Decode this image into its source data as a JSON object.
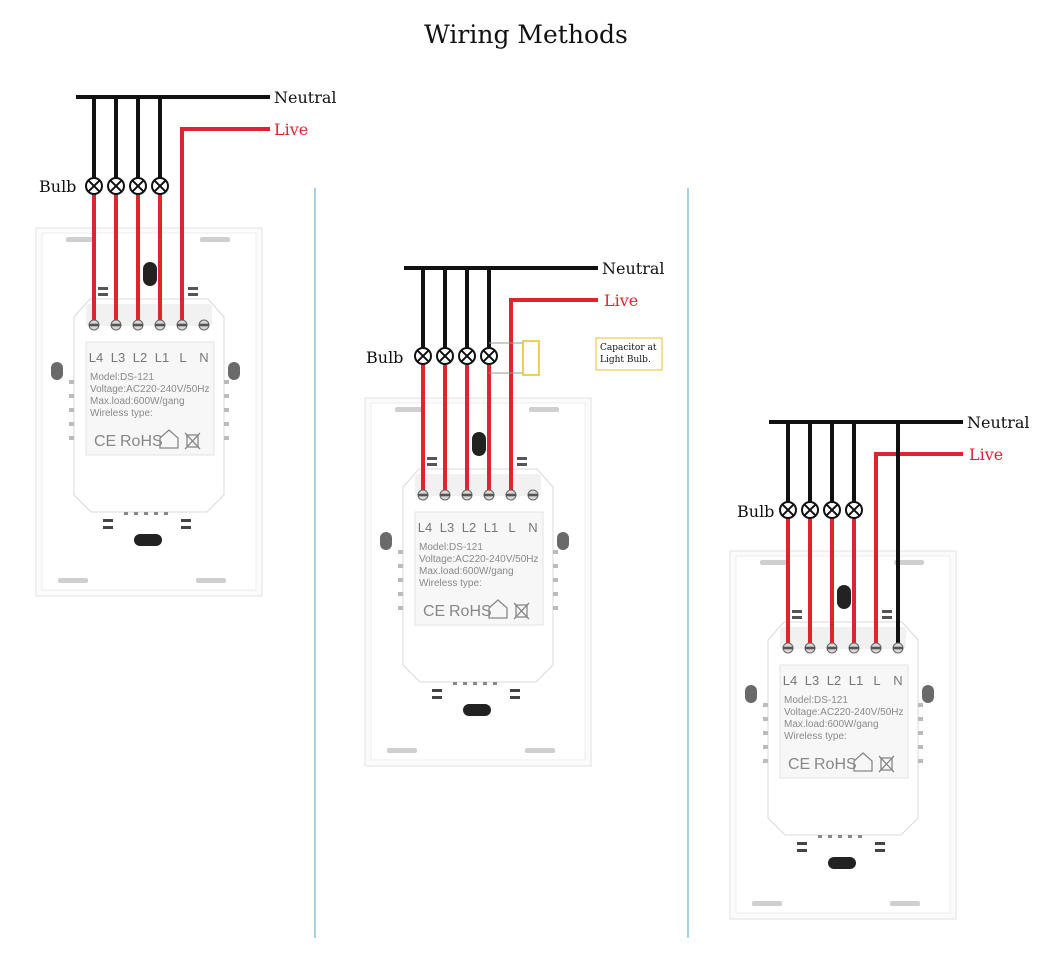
{
  "title": "Wiring Methods",
  "colors": {
    "live_wire": "#e0242b",
    "neutral_wire": "#111111",
    "live_label": "#e0242b",
    "divider": "#4aa6c8",
    "capacitor": "#e8c020"
  },
  "labels": {
    "neutral": "Neutral",
    "live": "Live",
    "bulb": "Bulb"
  },
  "terminals": [
    "L4",
    "L3",
    "L2",
    "L1",
    "L",
    "N"
  ],
  "module": {
    "model": "Model:DS-121",
    "voltage": "Voltage:AC220-240V/50Hz",
    "max_load": "Max.load:600W/gang",
    "wireless": "Wireless type:",
    "cert_ce": "CE",
    "cert_rohs": "RoHS",
    "cert_icons": [
      "house-icon",
      "wheelie-bin-icon"
    ]
  },
  "diagrams": [
    {
      "id": "method-1",
      "neutral_to_n": false,
      "capacitor": false
    },
    {
      "id": "method-2",
      "neutral_to_n": false,
      "capacitor": true
    },
    {
      "id": "method-3",
      "neutral_to_n": true,
      "capacitor": false
    }
  ],
  "capacitor_note": {
    "line1": "Capacitor at",
    "line2": "Light Bulb."
  }
}
